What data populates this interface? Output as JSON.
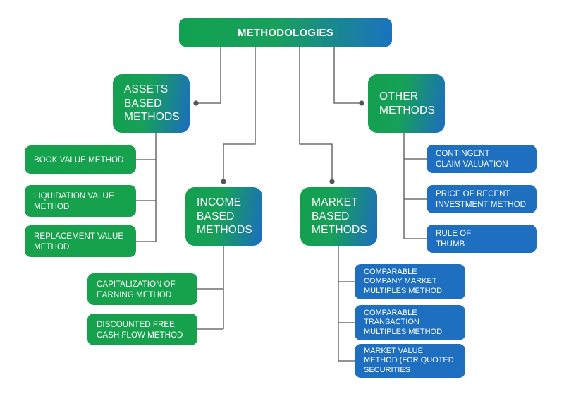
{
  "colors": {
    "green": "#16a14d",
    "blue": "#1f6fc1",
    "connector": "#555555"
  },
  "root": {
    "label": "METHODOLOGIES"
  },
  "categories": {
    "assets": {
      "line1": "ASSETS",
      "line2": "BASED",
      "line3": "METHODS"
    },
    "income": {
      "line1": "INCOME",
      "line2": "BASED",
      "line3": "METHODS"
    },
    "market": {
      "line1": "MARKET",
      "line2": "BASED",
      "line3": "METHODS"
    },
    "other": {
      "line1": "OTHER",
      "line2": "METHODS"
    }
  },
  "assets_methods": [
    {
      "line1": "BOOK VALUE METHOD"
    },
    {
      "line1": "LIQUIDATION VALUE",
      "line2": "METHOD"
    },
    {
      "line1": "REPLACEMENT VALUE",
      "line2": "METHOD"
    }
  ],
  "income_methods": [
    {
      "line1": "CAPITALIZATION OF",
      "line2": "EARNING METHOD"
    },
    {
      "line1": "DISCOUNTED FREE",
      "line2": "CASH FLOW METHOD"
    }
  ],
  "market_methods": [
    {
      "line1": "COMPARABLE",
      "line2": "COMPANY MARKET",
      "line3": "MULTIPLES METHOD"
    },
    {
      "line1": "COMPARABLE",
      "line2": "TRANSACTION",
      "line3": "MULTIPLES METHOD"
    },
    {
      "line1": "MARKET VALUE",
      "line2": "METHOD (FOR QUOTED",
      "line3": "SECURITIES"
    }
  ],
  "other_methods": [
    {
      "line1": "CONTINGENT",
      "line2": "CLAIM VALUATION"
    },
    {
      "line1": "PRICE OF RECENT",
      "line2": "INVESTMENT METHOD"
    },
    {
      "line1": "RULE OF",
      "line2": "THUMB"
    }
  ]
}
